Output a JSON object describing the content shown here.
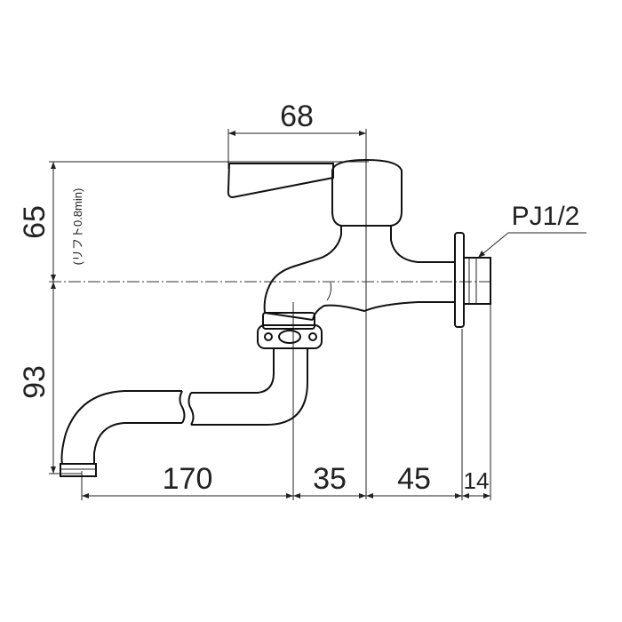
{
  "dimensions": {
    "top_width": "68",
    "height_upper": "65",
    "height_lower": "93",
    "lift_note": "(リフト0.8min)",
    "bottom_1": "170",
    "bottom_2": "35",
    "bottom_3": "45",
    "bottom_4": "14",
    "thread": "PJ1/2"
  }
}
